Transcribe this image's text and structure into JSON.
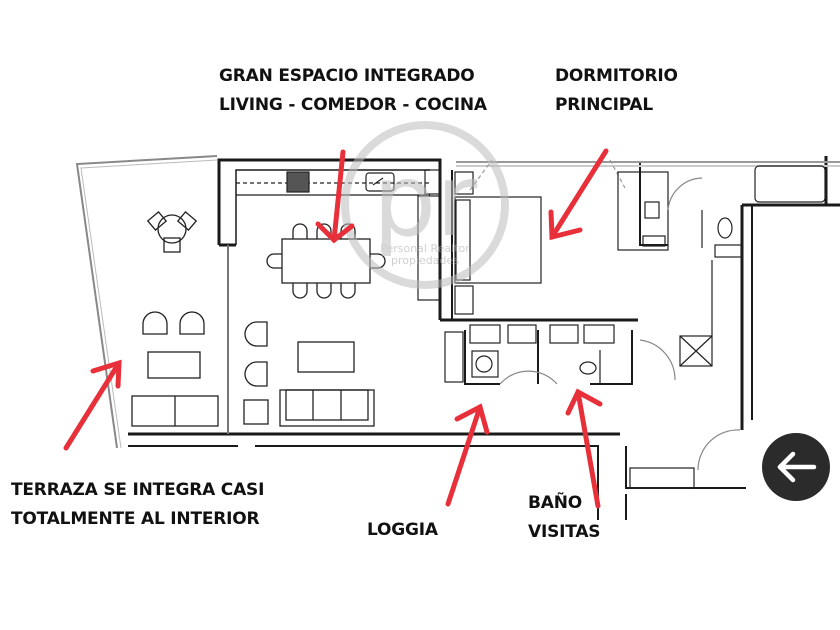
{
  "labels": {
    "integrated_space": [
      "GRAN ESPACIO INTEGRADO",
      "LIVING - COMEDOR - COCINA"
    ],
    "main_bedroom": [
      "DORMITORIO",
      "PRINCIPAL"
    ],
    "terrace": [
      "TERRAZA SE INTEGRA CASI",
      "TOTALMENTE AL INTERIOR"
    ],
    "loggia": [
      "LOGGIA"
    ],
    "guest_bath": [
      "BAÑO",
      "VISITAS"
    ]
  },
  "watermark": {
    "monogram": "pr",
    "line1": "Personal Realtor",
    "line2": "propiedades"
  },
  "navigation": {
    "back_button_icon": "arrow-left-icon"
  },
  "colors": {
    "annotation_arrow": "#e8303a",
    "wall": "#1a1a1a",
    "watermark": "#bdbdbd",
    "back_button_bg": "#2b2b2b",
    "back_button_icon": "#ffffff"
  }
}
